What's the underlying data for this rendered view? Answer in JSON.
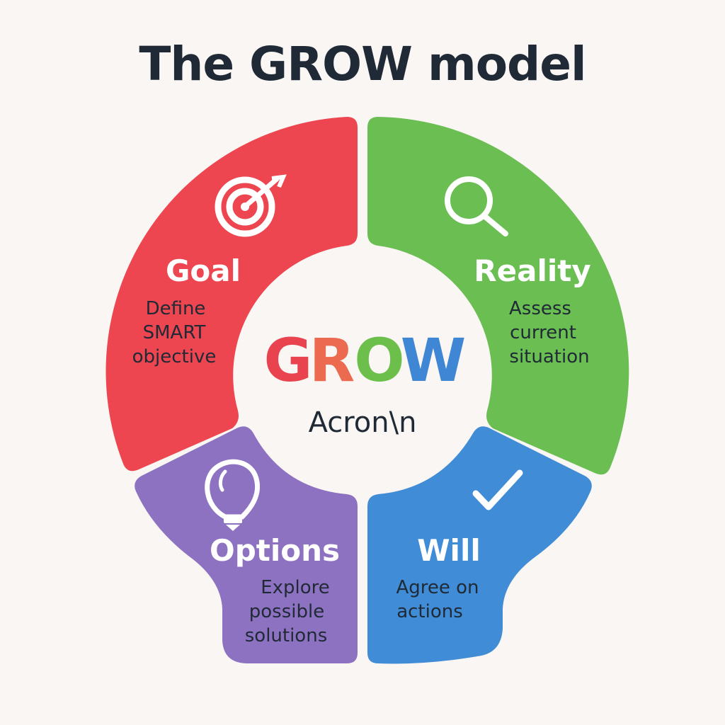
{
  "title": "The GROW model",
  "center": {
    "word": [
      "G",
      "R",
      "O",
      "W"
    ],
    "letter_colors": [
      "#e8434f",
      "#ec6a50",
      "#6cbf4a",
      "#3f86d4"
    ],
    "subtitle": "Acron\\n"
  },
  "segments": {
    "goal": {
      "title": "Goal",
      "desc": [
        "Define",
        "SMART",
        "objective"
      ],
      "color": "#ee4650",
      "icon": "target-icon"
    },
    "reality": {
      "title": "Reality",
      "desc": [
        "Assess",
        "current",
        "situation"
      ],
      "color": "#6abe52",
      "icon": "magnifier-icon"
    },
    "options": {
      "title": "Options",
      "desc": [
        "Explore",
        "possible",
        "solutions"
      ],
      "color": "#8e72c2",
      "icon": "lightbulb-icon"
    },
    "will": {
      "title": "Will",
      "desc": [
        "Agree on",
        "actions"
      ],
      "color": "#408cd6",
      "icon": "checkmark-icon"
    }
  }
}
